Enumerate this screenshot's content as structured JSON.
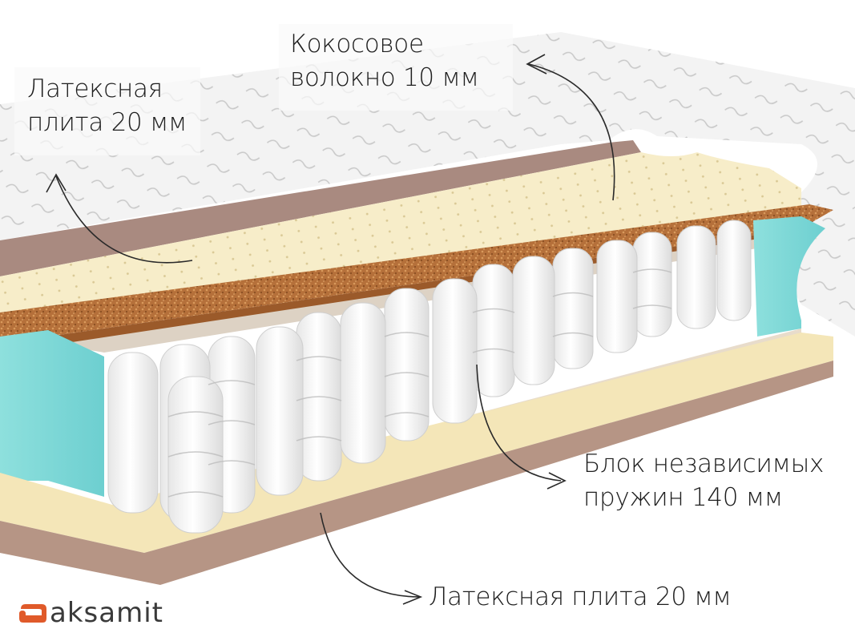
{
  "diagram": {
    "subject": "Mattress cross-section",
    "labels": [
      {
        "id": "latex-top",
        "lines": [
          "Латексная",
          "плита 20 мм"
        ]
      },
      {
        "id": "coir",
        "lines": [
          "Кокосовое",
          "волокно 10 мм"
        ]
      },
      {
        "id": "springs",
        "lines": [
          "Блок независимых",
          "пружин 140 мм"
        ]
      },
      {
        "id": "latex-bottom",
        "lines": [
          "Латексная плита  20 мм"
        ]
      }
    ],
    "layers": [
      {
        "name": "Quilted cover",
        "color": "#f2f2f2"
      },
      {
        "name": "Felt spacer",
        "color": "#a98a80"
      },
      {
        "name": "Latex slab",
        "color": "#f6ebc6"
      },
      {
        "name": "Coconut coir",
        "color": "#b8733c"
      },
      {
        "name": "Spacer sheet",
        "color": "#ddd2c4"
      },
      {
        "name": "Pocket springs",
        "color": "#f4f4f4"
      },
      {
        "name": "Foam edge",
        "color": "#7fd8d6"
      },
      {
        "name": "Bottom base",
        "color": "#b69585"
      }
    ]
  },
  "brand": {
    "name": "aksamit",
    "accent_color": "#e05a2a"
  }
}
